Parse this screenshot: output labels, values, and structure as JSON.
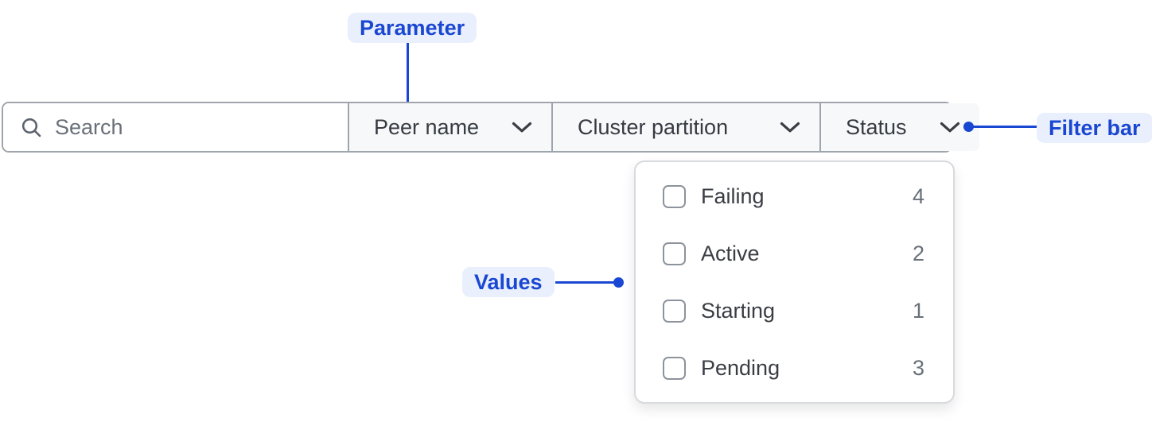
{
  "theme": {
    "accent": "#1a47d2",
    "badge-bg": "#e9effc"
  },
  "annotations": {
    "parameter_label": "Parameter",
    "filter_bar_label": "Filter bar",
    "values_label": "Values"
  },
  "filter_bar": {
    "search": {
      "placeholder": "Search",
      "value": "",
      "icon": "search-icon"
    },
    "dropdowns": [
      {
        "label": "Peer name",
        "icon": "chevron-down-icon"
      },
      {
        "label": "Cluster partition",
        "icon": "chevron-down-icon"
      },
      {
        "label": "Status",
        "icon": "chevron-down-icon"
      }
    ]
  },
  "status_dropdown": {
    "options": [
      {
        "label": "Failing",
        "count": "4",
        "checked": false
      },
      {
        "label": "Active",
        "count": "2",
        "checked": false
      },
      {
        "label": "Starting",
        "count": "1",
        "checked": false
      },
      {
        "label": "Pending",
        "count": "3",
        "checked": false
      }
    ]
  }
}
